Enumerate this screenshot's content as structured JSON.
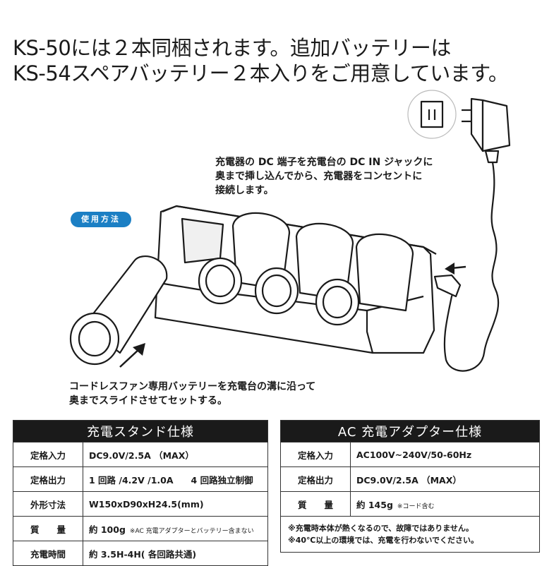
{
  "headline": {
    "line1": "KS-50には２本同梱されます。追加バッテリーは",
    "line2": "KS-54スペアバッテリー２本入りをご用意しています。"
  },
  "instruction_top": {
    "line1": "充電器の DC 端子を充電台の DC IN ジャックに",
    "line2": "奥まで挿し込んでから、充電器をコンセントに",
    "line3": "接続します。"
  },
  "badge": "使用方法",
  "instruction_bottom": {
    "line1": "コードレスファン専用バッテリーを充電台の溝に沿って",
    "line2": "奥までスライドさせてセットする。"
  },
  "stand_spec": {
    "title": "充電スタンド仕様",
    "rows": [
      {
        "label": "定格入力",
        "value": "DC9.0V/2.5A （MAX）",
        "note": ""
      },
      {
        "label": "定格出力",
        "value": "1 回路 /4.2V /1.0A　　4 回路独立制御",
        "note": ""
      },
      {
        "label": "外形寸法",
        "value": "W150xD90xH24.5(mm)",
        "note": ""
      },
      {
        "label": "質　　量",
        "value": "約 100g",
        "note": "※AC 充電アダプターとバッテリー含まない"
      },
      {
        "label": "充電時間",
        "value": "約 3.5H-4H( 各回路共通)",
        "note": ""
      }
    ]
  },
  "adapter_spec": {
    "title": "AC 充電アダプター仕様",
    "rows": [
      {
        "label": "定格入力",
        "value": "AC100V~240V/50-60Hz",
        "note": ""
      },
      {
        "label": "定格出力",
        "value": "DC9.0V/2.5A （MAX）",
        "note": ""
      },
      {
        "label": "質　　量",
        "value": "約 145g",
        "note": "※コード含む"
      }
    ],
    "notes": [
      "※充電時本体が熱くなるので、故障ではありません。",
      "※40℃以上の環境では、充電を行わないでください。"
    ]
  }
}
